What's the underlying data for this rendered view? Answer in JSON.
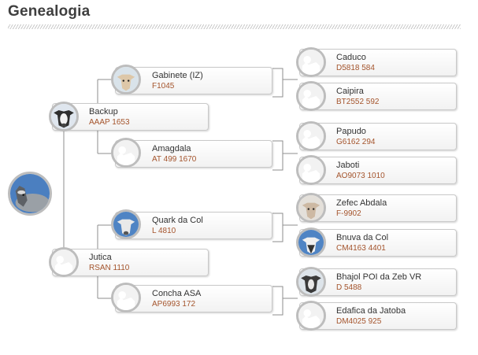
{
  "header": {
    "title": "Genealogia"
  },
  "root": {
    "photo": "bull-photo-icon"
  },
  "parents": [
    {
      "name": "Backup",
      "reg": "AAAP 1653",
      "photo": "bull-photo-icon"
    },
    {
      "name": "Jutica",
      "reg": "RSAN 1110",
      "photo": "placeholder-silhouette-icon"
    }
  ],
  "grandparents": [
    {
      "name": "Gabinete (IZ)",
      "reg": "F1045",
      "photo": "bull-photo-icon"
    },
    {
      "name": "Amagdala",
      "reg": "AT 499 1670",
      "photo": "placeholder-silhouette-icon"
    },
    {
      "name": "Quark da Col",
      "reg": "L 4810",
      "photo": "bull-photo-icon"
    },
    {
      "name": "Concha ASA",
      "reg": "AP6993 172",
      "photo": "placeholder-silhouette-icon"
    }
  ],
  "great_grandparents": [
    {
      "name": "Caduco",
      "reg": "D5818 584",
      "photo": "placeholder-silhouette-icon"
    },
    {
      "name": "Caipira",
      "reg": "BT2552 592",
      "photo": "placeholder-silhouette-icon"
    },
    {
      "name": "Papudo",
      "reg": "G6162 294",
      "photo": "placeholder-silhouette-icon"
    },
    {
      "name": "Jaboti",
      "reg": "AO9073 1010",
      "photo": "placeholder-silhouette-icon"
    },
    {
      "name": "Zefec Abdala",
      "reg": "F-9902",
      "photo": "bull-photo-icon"
    },
    {
      "name": "Bnuva da Col",
      "reg": "CM4163 4401",
      "photo": "bull-photo-icon"
    },
    {
      "name": "Bhajol POI da Zeb VR",
      "reg": "D 5488",
      "photo": "bull-photo-icon"
    },
    {
      "name": "Edafica da Jatoba",
      "reg": "DM4025 925",
      "photo": "placeholder-silhouette-icon"
    }
  ],
  "colors": {
    "title": "#3f3f3f",
    "registration": "#a4542c",
    "connector": "#8e8e8e",
    "avatar_ring": "#bdbdbd"
  }
}
